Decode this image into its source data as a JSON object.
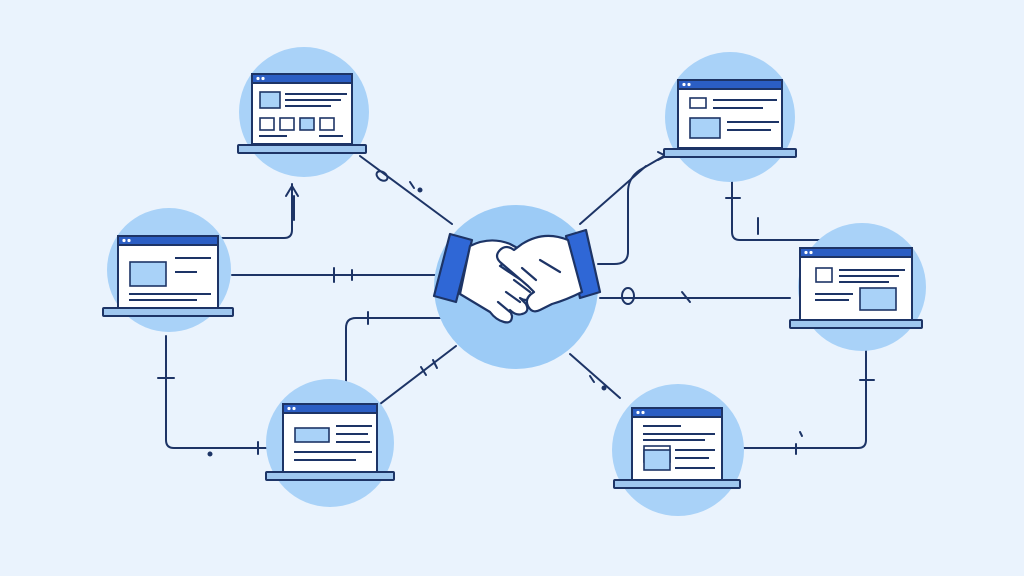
{
  "colors": {
    "background": "#eaf3fd",
    "circle_fill": "#a9d2f8",
    "hub_fill": "#9ccbf6",
    "line_color": "#1d3466",
    "header_blue": "#2b5ec4",
    "cuff_blue": "#2f67d6",
    "screen_white": "#ffffff",
    "base_fill": "#9fc7ef",
    "block_fill": "#a9d2f8"
  },
  "hub": {
    "icon": "handshake-icon"
  },
  "nodes": [
    {
      "id": "top-left",
      "icon": "browser-window-icon",
      "layout": "grid-gallery"
    },
    {
      "id": "mid-left",
      "icon": "browser-window-icon",
      "layout": "image-left"
    },
    {
      "id": "bottom-left",
      "icon": "browser-window-icon",
      "layout": "image-text"
    },
    {
      "id": "top-right",
      "icon": "browser-window-icon",
      "layout": "image-text"
    },
    {
      "id": "mid-right",
      "icon": "browser-window-icon",
      "layout": "text-image"
    },
    {
      "id": "bottom-right",
      "icon": "browser-window-icon",
      "layout": "form"
    }
  ]
}
